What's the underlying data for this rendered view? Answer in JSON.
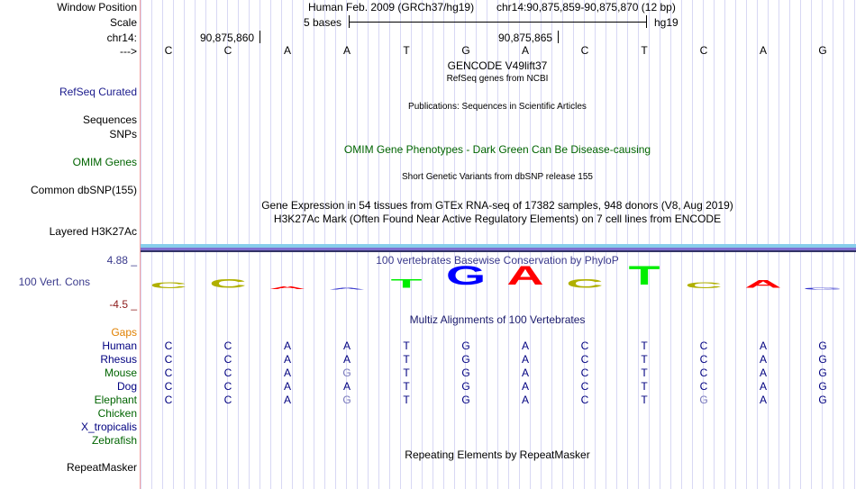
{
  "header": {
    "window_position_label": "Window Position",
    "scale_label": "Scale",
    "chrom_label": "chr14:",
    "strand_label": "--->",
    "assembly": "Human Feb. 2009 (GRCh37/hg19)",
    "position": "chr14:90,875,859-90,875,870 (12 bp)",
    "scale_text": "5 bases",
    "scale_db": "hg19",
    "tick1": "90,875,860",
    "tick2": "90,875,865"
  },
  "sequence": [
    "C",
    "C",
    "A",
    "A",
    "T",
    "G",
    "A",
    "C",
    "T",
    "C",
    "A",
    "G"
  ],
  "tracks": {
    "gencode_title": "GENCODE V49lift37",
    "refseq_title": "RefSeq genes from NCBI",
    "refseq_label": "RefSeq Curated",
    "sequences_label": "Sequences",
    "pubs_title": "Publications: Sequences in Scientific Articles",
    "snps_label": "SNPs",
    "omim_title": "OMIM Gene Phenotypes - Dark Green Can Be Disease-causing",
    "omim_label": "OMIM Genes",
    "dbsnp_title": "Short Genetic Variants from dbSNP release 155",
    "dbsnp_label": "Common dbSNP(155)",
    "gtex_title": "Gene Expression in 54 tissues from GTEx RNA-seq of 17382 samples, 948 donors (V8, Aug 2019)",
    "h3k_title": "H3K27Ac Mark (Often Found Near Active Regulatory Elements) on 7 cell lines from ENCODE",
    "h3k_label": "Layered H3K27Ac",
    "phylop_title": "100 vertebrates Basewise Conservation by PhyloP",
    "phylop_label": "100 Vert. Cons",
    "phylop_max": "4.88 _",
    "phylop_min": "-4.5 _",
    "multiz_title": "Multiz Alignments of 100 Vertebrates",
    "gaps_label": "Gaps",
    "repeat_title": "Repeating Elements by RepeatMasker",
    "repeat_label": "RepeatMasker"
  },
  "conservation_scores": [
    0.3,
    0.45,
    0.15,
    0.08,
    0.45,
    1.0,
    1.0,
    0.45,
    1.0,
    0.3,
    0.4,
    0.08
  ],
  "base_colors": {
    "A": "#ff0000",
    "C": "#b0b000",
    "G": "#0000ff",
    "T": "#00ee00"
  },
  "species": [
    {
      "name": "Human",
      "color": "#000080",
      "seq": [
        "C",
        "C",
        "A",
        "A",
        "T",
        "G",
        "A",
        "C",
        "T",
        "C",
        "A",
        "G"
      ]
    },
    {
      "name": "Rhesus",
      "color": "#000080",
      "seq": [
        "C",
        "C",
        "A",
        "A",
        "T",
        "G",
        "A",
        "C",
        "T",
        "C",
        "A",
        "G"
      ]
    },
    {
      "name": "Mouse",
      "color": "#006400",
      "seq": [
        "C",
        "C",
        "A",
        "G*",
        "T",
        "G",
        "A",
        "C",
        "T",
        "C",
        "A",
        "G"
      ]
    },
    {
      "name": "Dog",
      "color": "#000080",
      "seq": [
        "C",
        "C",
        "A",
        "A",
        "T",
        "G",
        "A",
        "C",
        "T",
        "C",
        "A",
        "G"
      ]
    },
    {
      "name": "Elephant",
      "color": "#006400",
      "seq": [
        "C",
        "C",
        "A",
        "G*",
        "T",
        "G",
        "A",
        "C",
        "T",
        "G*",
        "A",
        "G"
      ]
    },
    {
      "name": "Chicken",
      "color": "#006400",
      "seq": []
    },
    {
      "name": "X_tropicalis",
      "color": "#000080",
      "seq": []
    },
    {
      "name": "Zebrafish",
      "color": "#006400",
      "seq": []
    }
  ]
}
